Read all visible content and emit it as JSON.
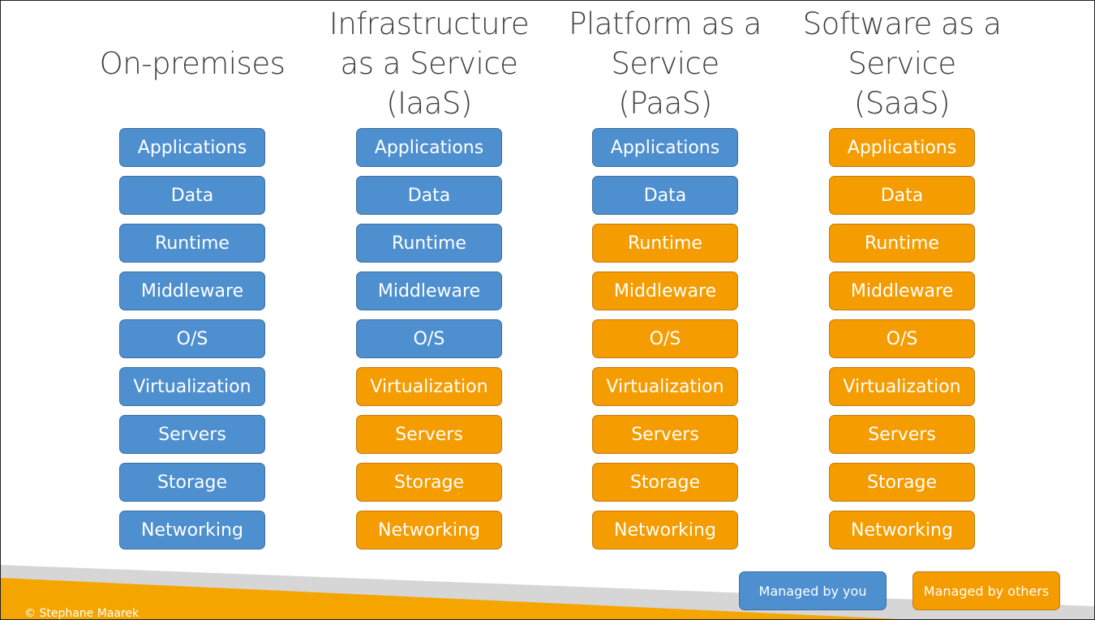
{
  "colors": {
    "managed_by_you": "#4e8fd0",
    "managed_by_others": "#f59c00"
  },
  "layers": [
    "Applications",
    "Data",
    "Runtime",
    "Middleware",
    "O/S",
    "Virtualization",
    "Servers",
    "Storage",
    "Networking"
  ],
  "columns": [
    {
      "title_lines": [
        "On-premises"
      ],
      "managed_by_you_count": 9
    },
    {
      "title_lines": [
        "Infrastructure",
        "as a Service",
        "(IaaS)"
      ],
      "managed_by_you_count": 5
    },
    {
      "title_lines": [
        "Platform as a",
        "Service",
        "(PaaS)"
      ],
      "managed_by_you_count": 2
    },
    {
      "title_lines": [
        "Software as a",
        "Service",
        "(SaaS)"
      ],
      "managed_by_you_count": 0
    }
  ],
  "legend": {
    "you": "Managed by you",
    "others": "Managed by others"
  },
  "footer": "© Stephane Maarek"
}
